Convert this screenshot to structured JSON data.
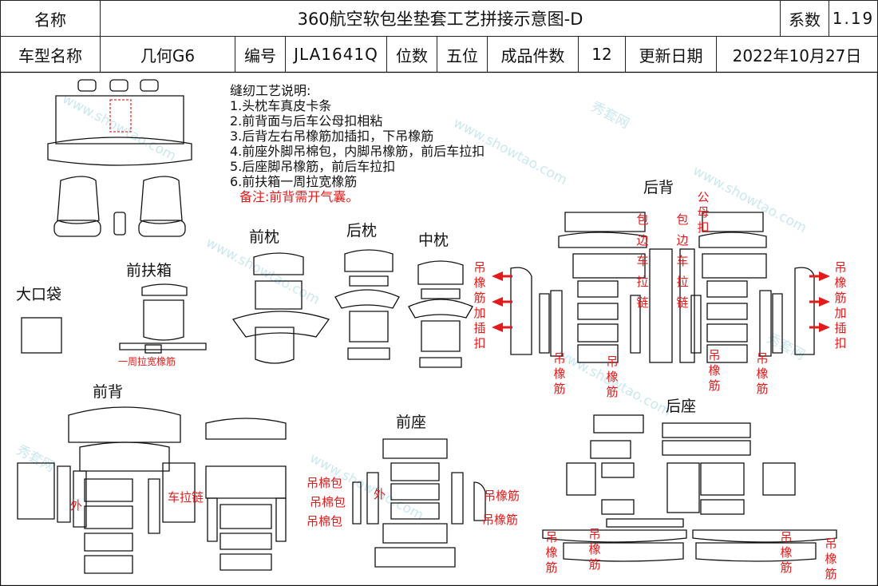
{
  "header": {
    "name_label": "名称",
    "title": "360航空软包坐垫套工艺拼接示意图-D",
    "coef_label": "系数",
    "coef_value": "1.19",
    "model_label": "车型名称",
    "model_value": "几何G6",
    "code_label": "编号",
    "code_value": "JLA1641Q",
    "seats_label": "位数",
    "seats_value": "五位",
    "pieces_label": "成品件数",
    "pieces_value": "12",
    "date_label": "更新日期",
    "date_value": "2022年10月27日"
  },
  "notes": {
    "heading": "缝纫工艺说明:",
    "items": [
      "1.头枕车真皮卡条",
      "2.前背面与后车公母扣相粘",
      "3.后背左右吊橡筋加插扣，下吊橡筋",
      "4.前座外脚吊棉包，内脚吊橡筋，前后车拉扣",
      "5.后座脚吊橡筋，前后车拉扣",
      "6.前扶箱一周拉宽橡筋"
    ],
    "remark": "备注:前背需开气囊。"
  },
  "sections": {
    "big_pocket": "大口袋",
    "front_armrest": "前扶箱",
    "front_headrest": "前枕",
    "rear_headrest": "后枕",
    "middle_headrest": "中枕",
    "rear_back": "后背",
    "front_back": "前背",
    "front_seat": "前座",
    "rear_seat": "后座"
  },
  "annotations": {
    "armrest_band": "一周拉宽橡筋",
    "hang_buckle": "吊橡筋加插扣",
    "hang_elastic": "吊橡筋",
    "bag_edge_zip": "包边车拉链",
    "male_female_buckle": "公母扣",
    "outer": "外",
    "zipper": "车拉链",
    "cotton_pack": "吊棉包",
    "hang_elastic_inline": "吊橡筋"
  },
  "watermark": {
    "site": "www.showtao.com",
    "brand": "秀套网"
  }
}
